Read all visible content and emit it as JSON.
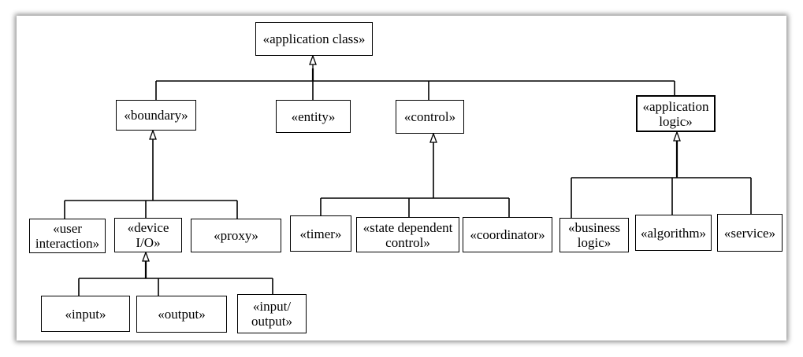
{
  "diagram": {
    "nodes": {
      "application_class": [
        "«application class»"
      ],
      "boundary": [
        "«boundary»"
      ],
      "entity": [
        "«entity»"
      ],
      "control": [
        "«control»"
      ],
      "application_logic": [
        "«application",
        "logic»"
      ],
      "user_interaction": [
        "«user",
        "interaction»"
      ],
      "device_io": [
        "«device",
        "I/O»"
      ],
      "proxy": [
        "«proxy»"
      ],
      "timer": [
        "«timer»"
      ],
      "state_dependent_control": [
        "«state dependent",
        "control»"
      ],
      "coordinator": [
        "«coordinator»"
      ],
      "business_logic": [
        "«business",
        "logic»"
      ],
      "algorithm": [
        "«algorithm»"
      ],
      "service": [
        "«service»"
      ],
      "input": [
        "«input»"
      ],
      "output": [
        "«output»"
      ],
      "input_output": [
        "«input/",
        "output»"
      ]
    },
    "generalizations": [
      {
        "parent": "application_class",
        "children": [
          "boundary",
          "entity",
          "control",
          "application_logic"
        ]
      },
      {
        "parent": "boundary",
        "children": [
          "user_interaction",
          "device_io",
          "proxy"
        ]
      },
      {
        "parent": "control",
        "children": [
          "timer",
          "state_dependent_control",
          "coordinator"
        ]
      },
      {
        "parent": "application_logic",
        "children": [
          "business_logic",
          "algorithm",
          "service"
        ]
      },
      {
        "parent": "device_io",
        "children": [
          "input",
          "output",
          "input_output"
        ]
      }
    ]
  }
}
